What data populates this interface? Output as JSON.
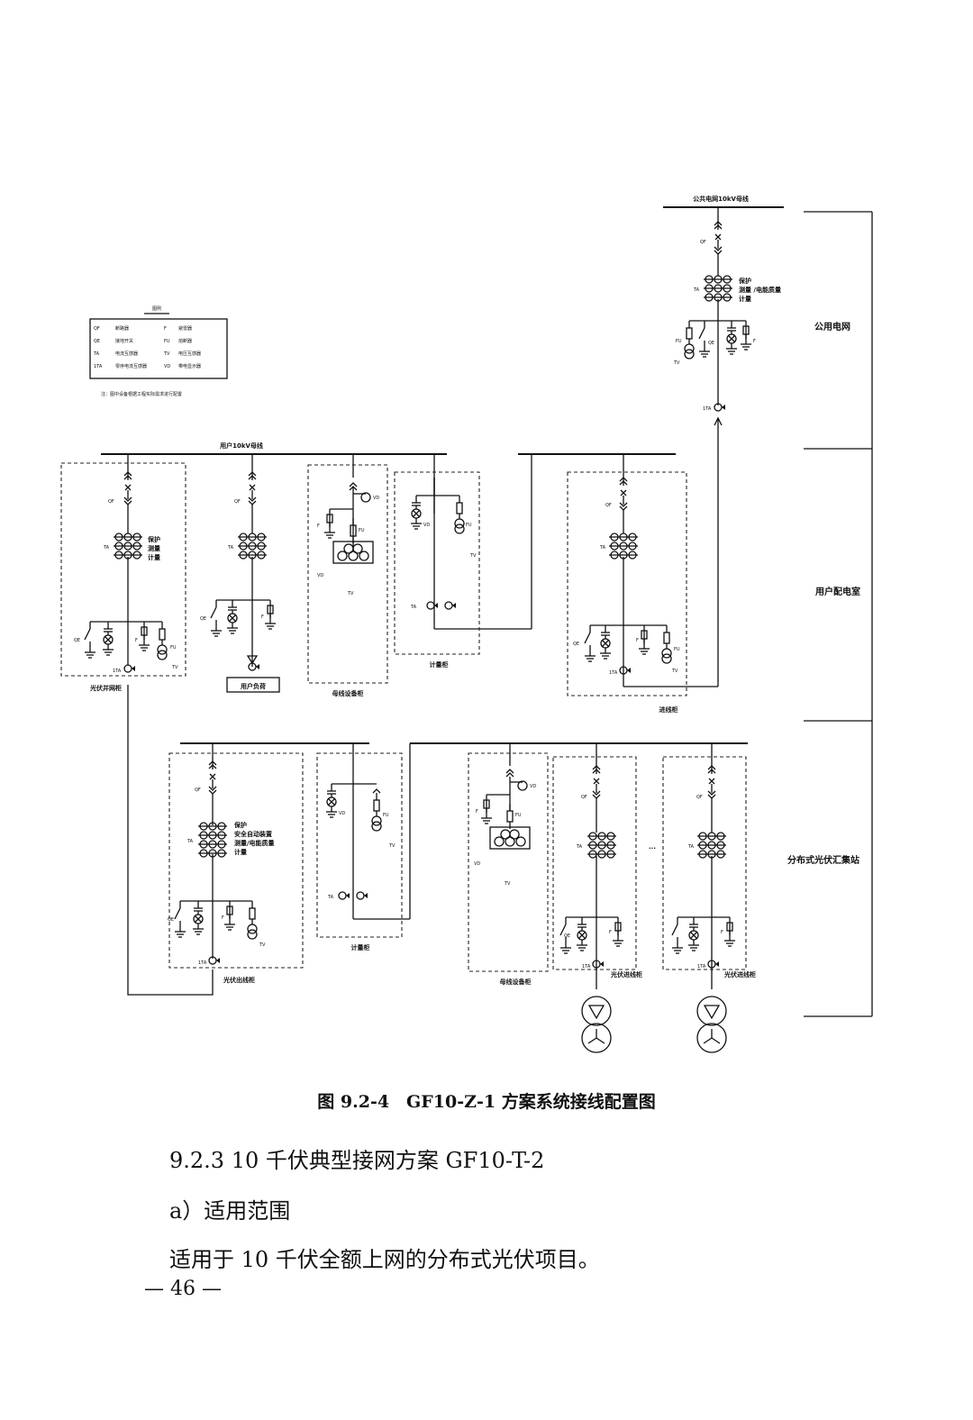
{
  "diagram": {
    "public_bus": "公共电网10kV母线",
    "user_bus": "用户10kV母线",
    "zones": {
      "public_grid": "公用电网",
      "user_room": "用户配电室",
      "pv_station": "分布式光伏汇集站"
    },
    "cabinets": {
      "pv_grid": "光伏并网柜",
      "user_load": "用户负荷",
      "bus_equip": "母线设备柜",
      "metering": "计量柜",
      "incoming": "进线柜",
      "pv_out": "光伏出线柜",
      "metering2": "计量柜",
      "bus_equip2": "母线设备柜",
      "pv_in1": "光伏进线柜",
      "pv_in2": "光伏进线柜"
    },
    "ta_labels": {
      "public": [
        "保护",
        "测量 /电能质量",
        "计量"
      ],
      "pv_grid": [
        "保护",
        "测量",
        "计量"
      ],
      "pv_out": [
        "保护",
        "安全自动装置",
        "测量/电能质量",
        "计量"
      ]
    },
    "legend": {
      "title": "图例",
      "rows": [
        [
          "QF",
          "断路器",
          "F",
          "避雷器"
        ],
        [
          "QE",
          "接地开关",
          "FU",
          "熔断器"
        ],
        [
          "TA",
          "电流互感器",
          "TV",
          "电压互感器"
        ],
        [
          "1TA",
          "零序电流互感器",
          "VD",
          "带电显示器"
        ]
      ],
      "note": "注：图中设备根据工程实际需求进行配置"
    },
    "device_codes": {
      "qf": "QF",
      "ta": "TA",
      "ta0": "1TA",
      "fu": "FU",
      "f": "F",
      "vd": "VD",
      "tv": "TV",
      "qe": "QE"
    },
    "ellipsis": "···"
  },
  "caption": "图 9.2-4　GF10-Z-1 方案系统接线配置图",
  "section_heading": "9.2.3 10 千伏典型接网方案 GF10-T-2",
  "subsection": "a）适用范围",
  "body": "适用于 10 千伏全额上网的分布式光伏项目。",
  "page_number": "— 46 —"
}
